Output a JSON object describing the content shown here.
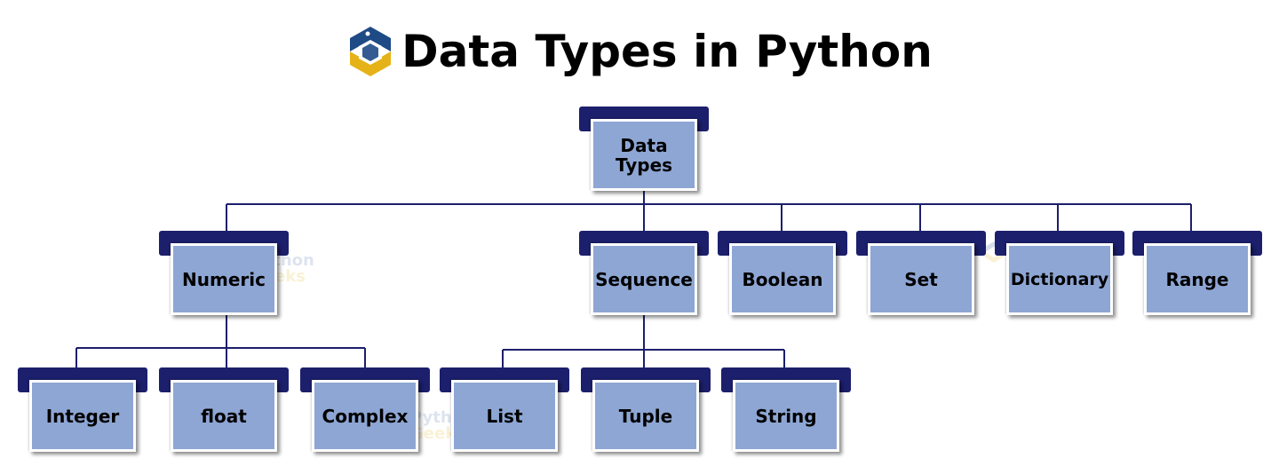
{
  "title": "Data Types in Python",
  "logo_icon": "python-geeks-logo-icon",
  "colors": {
    "tab": "#1c1f6b",
    "card": "#8ea6d4",
    "connector": "#1c1f6b",
    "logo_blue": "#1e4a86",
    "logo_yellow": "#e5b317"
  },
  "nodes": {
    "root": "Data\nTypes",
    "numeric": "Numeric",
    "sequence": "Sequence",
    "boolean": "Boolean",
    "set": "Set",
    "dictionary": "Dictionary",
    "range": "Range",
    "integer": "Integer",
    "float": "float",
    "complex": "Complex",
    "list": "List",
    "tuple": "Tuple",
    "string": "String"
  },
  "edges": [
    [
      "root",
      "numeric"
    ],
    [
      "root",
      "sequence"
    ],
    [
      "root",
      "boolean"
    ],
    [
      "root",
      "set"
    ],
    [
      "root",
      "dictionary"
    ],
    [
      "root",
      "range"
    ],
    [
      "numeric",
      "integer"
    ],
    [
      "numeric",
      "float"
    ],
    [
      "numeric",
      "complex"
    ],
    [
      "sequence",
      "list"
    ],
    [
      "sequence",
      "tuple"
    ],
    [
      "sequence",
      "string"
    ]
  ],
  "watermark": {
    "line1": "Python",
    "line2": "Geeks"
  }
}
